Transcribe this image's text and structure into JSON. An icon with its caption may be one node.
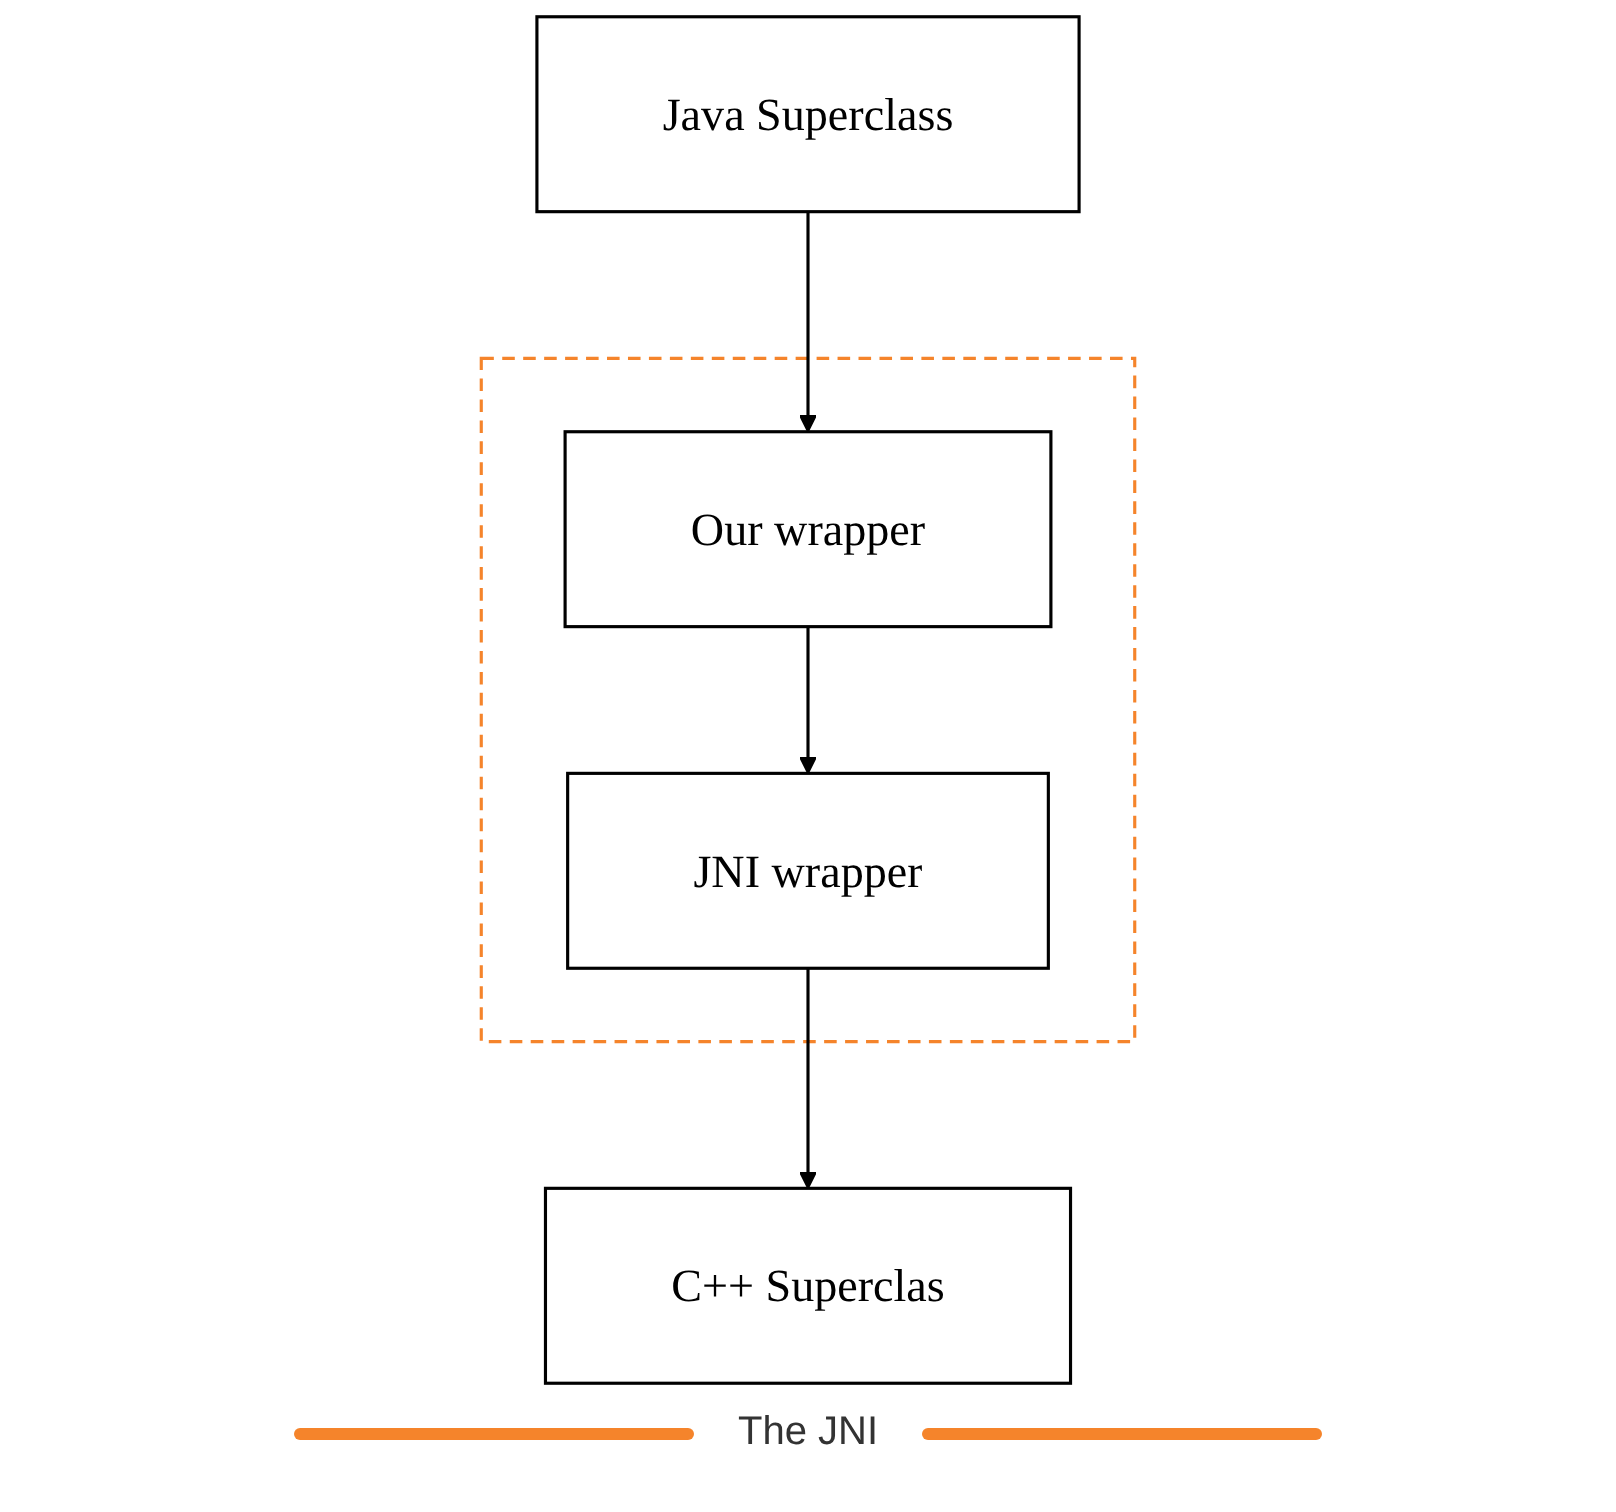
{
  "diagram": {
    "nodes": [
      {
        "text": [
          "Java Superclass"
        ]
      },
      {
        "text": [],
        "shape": "box"
      },
      {
        "text": [
          "Our wrapper"
        ],
        "in": 1
      },
      {
        "text": [
          "JNI wrapper"
        ],
        "in": 1
      },
      {
        "text": [
          "C++ Superclas"
        ]
      }
    ],
    "edges": [
      {
        "from": 0,
        "to": 2,
        "arrow": "to"
      },
      {
        "from": 2,
        "to": 3,
        "arrow": "to"
      },
      {
        "from": 3,
        "to": 4,
        "arrow": "to"
      }
    ],
    "labels": [
      "The JNI"
    ]
  }
}
